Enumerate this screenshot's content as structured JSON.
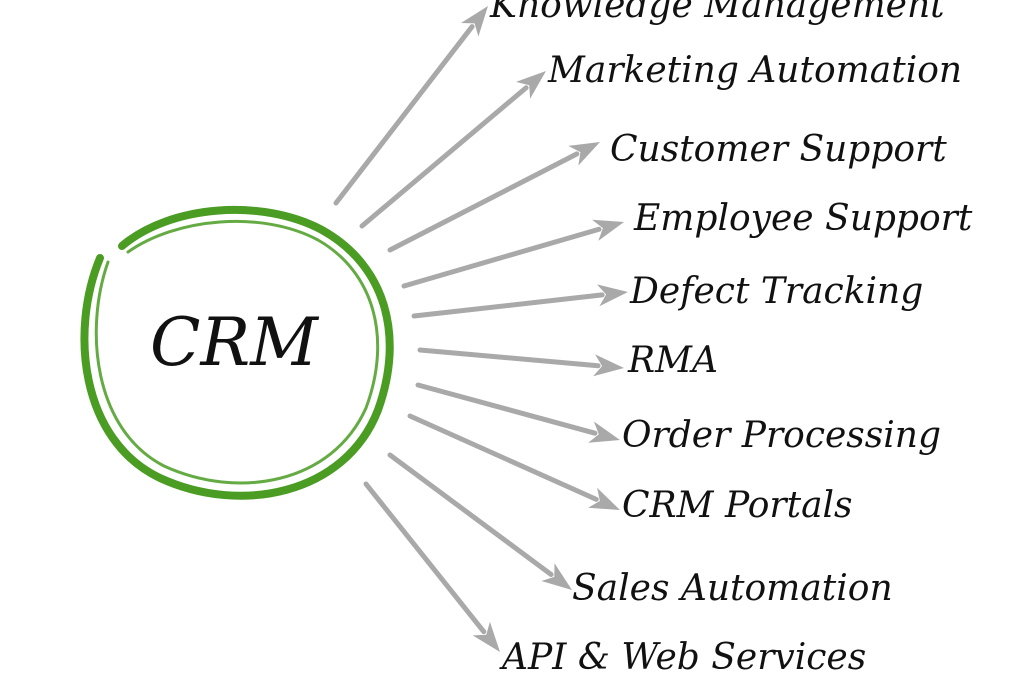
{
  "diagram": {
    "center": {
      "label": "CRM",
      "ring_color": "#4a9c23"
    },
    "arrow_color": "#a9a9a9",
    "text_color": "#111111",
    "branches": [
      {
        "label": "Knowledge Management"
      },
      {
        "label": "Marketing Automation"
      },
      {
        "label": "Customer Support"
      },
      {
        "label": "Employee Support"
      },
      {
        "label": "Defect Tracking"
      },
      {
        "label": "RMA"
      },
      {
        "label": "Order Processing"
      },
      {
        "label": "CRM Portals"
      },
      {
        "label": "Sales Automation"
      },
      {
        "label": "API & Web Services"
      }
    ]
  }
}
